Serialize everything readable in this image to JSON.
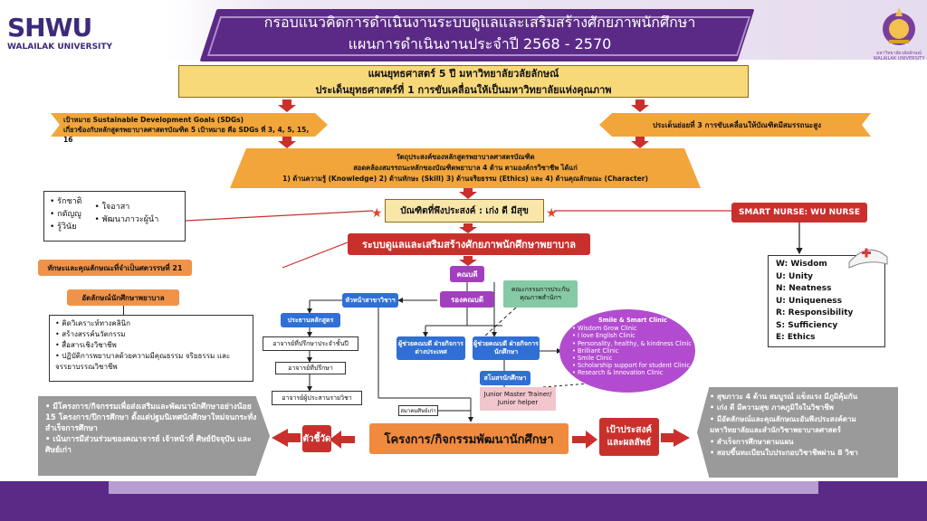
{
  "header": {
    "logo_left_main": "SHWU",
    "logo_left_sub": "WALAILAK UNIVERSITY",
    "title_line1": "กรอบแนวคิดการดำเนินงานระบบดูแลและเสริมสร้างศักยภาพนักศึกษา",
    "title_line2": "แผนการดำเนินงานประจำปี 2568 - 2570",
    "logo_right_caption": "มหาวิทยาลัยวลัยลักษณ์ WALAILAK UNIVERSITY"
  },
  "top_plan": {
    "line1": "แผนยุทธศาสตร์ 5 ปี มหาวิทยาลัยวลัยลักษณ์",
    "line2": "ประเด็นยุทธศาสตร์ที่ 1 การขับเคลื่อนให้เป็นมหาวิทยาลัยแห่งคุณภาพ"
  },
  "sdg_box": {
    "line1": "เป้าหมาย Sustainable Development Goals (SDGs)",
    "line2": "เกี่ยวข้องกับหลักสูตรพยาบาลศาสตรบัณฑิต 5 เป้าหมาย คือ SDGs ที่ 3, 4, 5, 15, 16"
  },
  "subissue_box": {
    "text": "ประเด็นย่อยที่ 3 การขับเคลื่อนให้บัณฑิตมีสมรรถนะสูง"
  },
  "objective_box": {
    "line1": "วัตถุประสงค์ของหลักสูตรพยาบาลศาสตรบัณฑิต",
    "line2": "สอดคล้องสมรรถนะหลักของบัณฑิตพยาบาล 4 ด้าน ตามองค์กรวิชาชีพ ได้แก่",
    "line3": "1) ด้านความรู้ (Knowledge) 2) ด้านทักษะ (Skill) 3) ด้านจริยธรรม (Ethics) และ 4) ด้านคุณลักษณะ (Character)"
  },
  "values_list": {
    "col1": [
      "รักชาติ",
      "กตัญญู",
      "รู้วินัย"
    ],
    "col2": [
      "ใจอาสา",
      "พัฒนาภาวะผู้นำ"
    ]
  },
  "graduate_box": {
    "text": "บัณฑิตที่พึงประสงค์ : เก่ง ดี มีสุข"
  },
  "smart_nurse": {
    "title": "SMART NURSE: WU NURSE",
    "items": [
      "W: Wisdom",
      "U: Unity",
      "N: Neatness",
      "U: Uniqueness",
      "R: Responsibility",
      "S: Sufficiency",
      "E: Ethics"
    ]
  },
  "system_box": {
    "text": "ระบบดูแลและเสริมสร้างศักยภาพนักศึกษาพยาบาล"
  },
  "skills21_box": {
    "text": "ทักษะและคุณลักษณะที่จำเป็นศตวรรษที่ 21"
  },
  "identity_box": {
    "text": "อัตลักษณ์นักศึกษาพยาบาล"
  },
  "identity_list": [
    "คิดวิเคราะห์ทางคลินิก",
    "สร้างสรรค์นวัตกรรม",
    "สื่อสารเชิงวิชาชีพ",
    "ปฏิบัติการพยาบาลด้วยความมีคุณธรรม จริยธรรม และจรรยาบรรณวิชาชีพ"
  ],
  "org": {
    "dean": "คณบดี",
    "vice_dean": "รองคณบดี",
    "committee": "คณะกรรมการประกันคุณภาพสำนักฯ",
    "head_dept": "หัวหน้าสาขาวิชาฯ",
    "curriculum_chair": "ประธานหลักสูตร",
    "advisors": [
      "อาจารย์ที่ปรึกษาประจำชั้นปี",
      "อาจารย์ที่ปรึกษา",
      "อาจารย์ผู้ประสานรายวิชา"
    ],
    "assist_foreign": "ผู้ช่วยคณบดี ฝ่ายกิจการต่างประเทศ",
    "assist_student": "ผู้ช่วยคณบดี ฝ่ายกิจการนักศึกษา",
    "student_union": "สโมสรนักศึกษา",
    "alumni": "สมาคมศิษย์เก่า",
    "junior": "Junior Master Trainer/ Junior helper"
  },
  "clinic": {
    "title": "Smile & Smart Clinic",
    "items": [
      "Wisdom Grow Clinic",
      "I love English Clinic",
      "Personality, healthy, & kindness Clinic",
      "Brilliant Clinic",
      "Smile Clinic",
      "Scholarship support for student Clinic",
      "Research & Innovation Clinic"
    ]
  },
  "project_box": {
    "text": "โครงการ/กิจกรรมพัฒนานักศึกษา"
  },
  "indicator_box": {
    "text": "ตัวชี้วัด"
  },
  "goal_box": {
    "text": "เป้าประสงค์ และผลลัพธ์"
  },
  "indicator_list": [
    "มีโครงการ/กิจกรรมเพื่อส่งเสริมและพัฒนานักศึกษาอย่างน้อย 15 โครงการ/ปีการศึกษา ตั้งแต่ปฐมนิเทศนักศึกษาใหม่จนกระทั่งสำเร็จการศึกษา",
    "เน้นการมีส่วนร่วมของคณาจารย์ เจ้าหน้าที่ ศิษย์ปัจจุบัน และศิษย์เก่า"
  ],
  "goal_list": [
    "สุขภาวะ 4 ด้าน สมบูรณ์ แข็งแรง มีภูมิคุ้มกัน",
    "เก่ง ดี มีความสุข ภาคภูมิใจในวิชาชีพ",
    "มีอัตลักษณ์และคุณลักษณะอันพึงประสงค์ตามมหาวิทยาลัยและสำนักวิชาพยาบาลศาสตร์",
    "สำเร็จการศึกษาตามแผน",
    "สอบขึ้นทะเบียนใบประกอบวิชาชีพผ่าน 8 วิชา"
  ],
  "colors": {
    "purple": "#5b2a86",
    "red": "#c9302c",
    "yellow": "#f8d97a",
    "orange": "#f0934a",
    "blue": "#2f6fd6",
    "magenta": "#a23fbf"
  }
}
